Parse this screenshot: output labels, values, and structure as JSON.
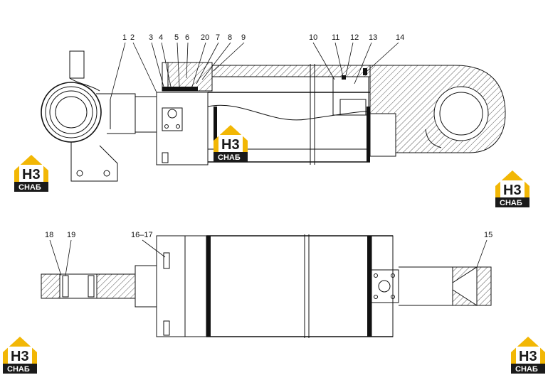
{
  "diagram": {
    "callouts_top": [
      "1",
      "2",
      "3",
      "4",
      "5",
      "6",
      "20",
      "7",
      "8",
      "9",
      "10",
      "11",
      "12",
      "13",
      "14"
    ],
    "callouts_bottom": [
      "18",
      "19",
      "16–17",
      "15"
    ]
  },
  "logo": {
    "mark": "H3",
    "word": "СНАБ",
    "colors": {
      "roof": "#f2b705",
      "mark": "#1a1a1a",
      "band": "#1a1a1a"
    }
  },
  "colors": {
    "line": "#111111",
    "background": "#ffffff"
  }
}
